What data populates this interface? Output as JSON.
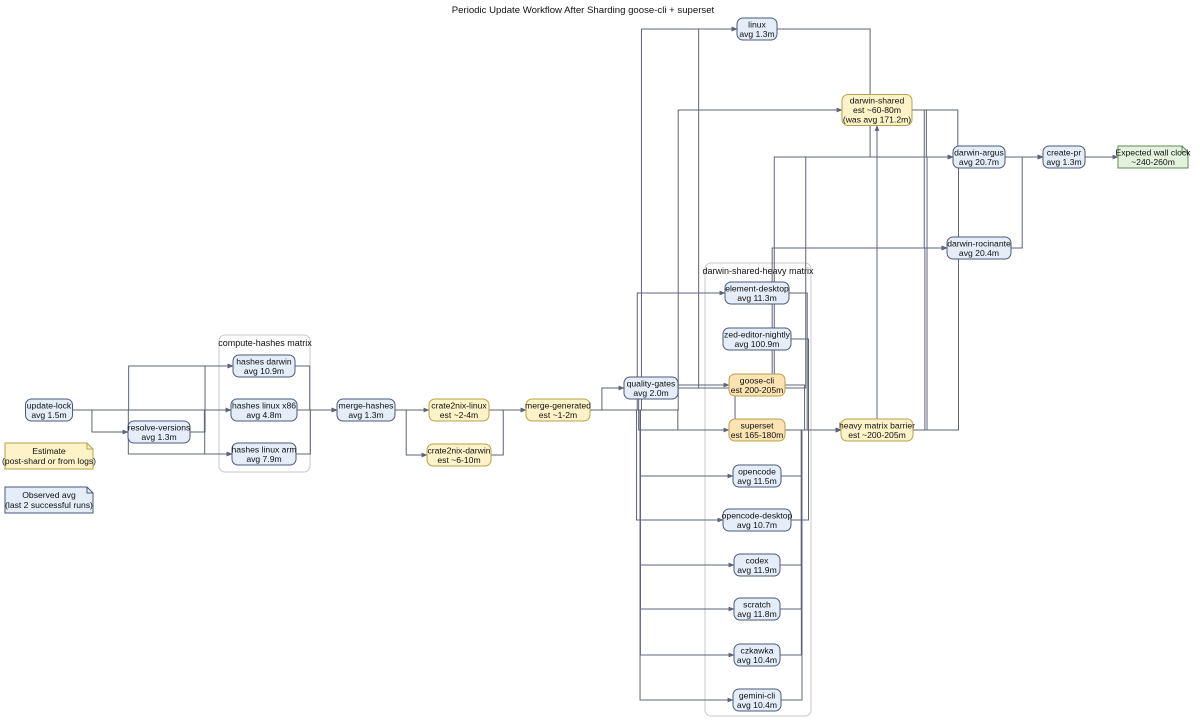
{
  "title": "Periodic Update Workflow After Sharding goose-cli + superset",
  "colors": {
    "observed_fill": "#e4edf8",
    "observed_stroke": "#4a5a7a",
    "estimate_fill": "#fdf2c8",
    "estimate_stroke": "#b7a24a",
    "shard_fill": "#fbe3b4",
    "result_fill": "#e3f2dd",
    "result_stroke": "#5f8a55",
    "edge": "#5d6478",
    "cluster_stroke": "#c8c8c8"
  },
  "clusters": [
    {
      "id": "compute-hashes",
      "label": "compute-hashes matrix"
    },
    {
      "id": "darwin-heavy",
      "label": "darwin-shared-heavy matrix"
    }
  ],
  "legend": [
    {
      "id": "estimate",
      "line1": "Estimate",
      "line2": "(post-shard or from logs)"
    },
    {
      "id": "observed",
      "line1": "Observed avg",
      "line2": "(last 2 successful runs)"
    }
  ],
  "nodes": [
    {
      "id": "update-lock",
      "line1": "update-lock",
      "line2": "avg 1.5m",
      "style": "observed"
    },
    {
      "id": "resolve-versions",
      "line1": "resolve-versions",
      "line2": "avg 1.3m",
      "style": "observed"
    },
    {
      "id": "hashes-darwin",
      "line1": "hashes darwin",
      "line2": "avg 10.9m",
      "style": "observed"
    },
    {
      "id": "hashes-linux-x86",
      "line1": "hashes linux x86",
      "line2": "avg 4.8m",
      "style": "observed"
    },
    {
      "id": "hashes-linux-arm",
      "line1": "hashes linux arm",
      "line2": "avg 7.9m",
      "style": "observed"
    },
    {
      "id": "merge-hashes",
      "line1": "merge-hashes",
      "line2": "avg 1.3m",
      "style": "observed"
    },
    {
      "id": "crate2nix-linux",
      "line1": "crate2nix-linux",
      "line2": "est ~2-4m",
      "style": "estimate"
    },
    {
      "id": "crate2nix-darwin",
      "line1": "crate2nix-darwin",
      "line2": "est ~6-10m",
      "style": "estimate"
    },
    {
      "id": "merge-generated",
      "line1": "merge-generated",
      "line2": "est ~1-2m",
      "style": "estimate"
    },
    {
      "id": "quality-gates",
      "line1": "quality-gates",
      "line2": "avg 2.0m",
      "style": "observed"
    },
    {
      "id": "linux",
      "line1": "linux",
      "line2": "avg 1.3m",
      "style": "observed"
    },
    {
      "id": "darwin-shared",
      "line1": "darwin-shared",
      "line2": "est ~60-80m",
      "line3": "(was avg 171.2m)",
      "style": "estimate"
    },
    {
      "id": "darwin-argus",
      "line1": "darwin-argus",
      "line2": "avg 20.7m",
      "style": "observed"
    },
    {
      "id": "darwin-rocinante",
      "line1": "darwin-rocinante",
      "line2": "avg 20.4m",
      "style": "observed"
    },
    {
      "id": "create-pr",
      "line1": "create-pr",
      "line2": "avg 1.3m",
      "style": "observed"
    },
    {
      "id": "wall-clock",
      "line1": "Expected wall clock",
      "line2": "~240-260m",
      "style": "result"
    },
    {
      "id": "element-desktop",
      "line1": "element-desktop",
      "line2": "avg 11.3m",
      "style": "observed"
    },
    {
      "id": "zed-editor-nightly",
      "line1": "zed-editor-nightly",
      "line2": "avg 100.9m",
      "style": "observed"
    },
    {
      "id": "goose-cli",
      "line1": "goose-cli",
      "line2": "est 200-205m",
      "style": "shard"
    },
    {
      "id": "superset",
      "line1": "superset",
      "line2": "est 165-180m",
      "style": "shard"
    },
    {
      "id": "heavy-barrier",
      "line1": "heavy matrix barrier",
      "line2": "est ~200-205m",
      "style": "estimate"
    },
    {
      "id": "opencode",
      "line1": "opencode",
      "line2": "avg 11.5m",
      "style": "observed"
    },
    {
      "id": "opencode-desktop",
      "line1": "opencode-desktop",
      "line2": "avg 10.7m",
      "style": "observed"
    },
    {
      "id": "codex",
      "line1": "codex",
      "line2": "avg 11.9m",
      "style": "observed"
    },
    {
      "id": "scratch",
      "line1": "scratch",
      "line2": "avg 11.8m",
      "style": "observed"
    },
    {
      "id": "czkawka",
      "line1": "czkawka",
      "line2": "avg 10.4m",
      "style": "observed"
    },
    {
      "id": "gemini-cli",
      "line1": "gemini-cli",
      "line2": "avg 10.4m",
      "style": "observed"
    }
  ],
  "edges": [
    [
      "update-lock",
      "hashes-darwin"
    ],
    [
      "update-lock",
      "hashes-linux-x86"
    ],
    [
      "update-lock",
      "hashes-linux-arm"
    ],
    [
      "update-lock",
      "resolve-versions"
    ],
    [
      "resolve-versions",
      "hashes-darwin"
    ],
    [
      "resolve-versions",
      "hashes-linux-x86"
    ],
    [
      "resolve-versions",
      "hashes-linux-arm"
    ],
    [
      "hashes-darwin",
      "merge-hashes"
    ],
    [
      "hashes-linux-x86",
      "merge-hashes"
    ],
    [
      "hashes-linux-arm",
      "merge-hashes"
    ],
    [
      "merge-hashes",
      "crate2nix-linux"
    ],
    [
      "merge-hashes",
      "crate2nix-darwin"
    ],
    [
      "crate2nix-linux",
      "merge-generated"
    ],
    [
      "crate2nix-darwin",
      "merge-generated"
    ],
    [
      "merge-generated",
      "quality-gates"
    ],
    [
      "merge-generated",
      "linux"
    ],
    [
      "merge-generated",
      "darwin-shared"
    ],
    [
      "merge-generated",
      "element-desktop"
    ],
    [
      "merge-generated",
      "goose-cli"
    ],
    [
      "merge-generated",
      "superset"
    ],
    [
      "merge-generated",
      "opencode"
    ],
    [
      "merge-generated",
      "opencode-desktop"
    ],
    [
      "merge-generated",
      "codex"
    ],
    [
      "merge-generated",
      "scratch"
    ],
    [
      "merge-generated",
      "czkawka"
    ],
    [
      "merge-generated",
      "gemini-cli"
    ],
    [
      "merge-generated",
      "heavy-barrier"
    ],
    [
      "quality-gates",
      "linux"
    ],
    [
      "quality-gates",
      "darwin-argus"
    ],
    [
      "quality-gates",
      "darwin-rocinante"
    ],
    [
      "quality-gates",
      "create-pr"
    ],
    [
      "quality-gates",
      "heavy-barrier"
    ],
    [
      "darwin-shared",
      "darwin-argus"
    ],
    [
      "darwin-shared",
      "darwin-rocinante"
    ],
    [
      "darwin-shared",
      "create-pr"
    ],
    [
      "element-desktop",
      "heavy-barrier"
    ],
    [
      "zed-editor-nightly",
      "heavy-barrier"
    ],
    [
      "goose-cli",
      "heavy-barrier"
    ],
    [
      "superset",
      "heavy-barrier"
    ],
    [
      "opencode",
      "heavy-barrier"
    ],
    [
      "opencode-desktop",
      "heavy-barrier"
    ],
    [
      "codex",
      "heavy-barrier"
    ],
    [
      "scratch",
      "heavy-barrier"
    ],
    [
      "czkawka",
      "heavy-barrier"
    ],
    [
      "gemini-cli",
      "heavy-barrier"
    ],
    [
      "heavy-barrier",
      "darwin-argus"
    ],
    [
      "heavy-barrier",
      "darwin-rocinante"
    ],
    [
      "heavy-barrier",
      "create-pr"
    ],
    [
      "heavy-barrier",
      "darwin-shared"
    ],
    [
      "linux",
      "create-pr"
    ],
    [
      "darwin-argus",
      "create-pr"
    ],
    [
      "darwin-rocinante",
      "create-pr"
    ],
    [
      "create-pr",
      "wall-clock"
    ]
  ]
}
